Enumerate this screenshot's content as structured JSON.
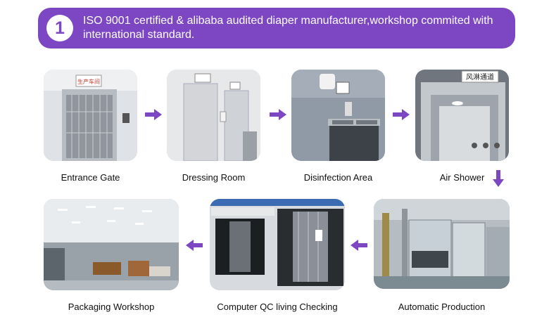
{
  "banner": {
    "step_number": "1",
    "text": "ISO 9001 certified & alibaba audited diaper manufacturer,workshop commited with international standard."
  },
  "steps": [
    {
      "caption": "Entrance Gate",
      "sign": "生产车间"
    },
    {
      "caption": "Dressing Room"
    },
    {
      "caption": "Disinfection Area"
    },
    {
      "caption": "Air Shower",
      "sign": "风淋通道"
    },
    {
      "caption": "Automatic Production"
    },
    {
      "caption": "Computer QC living Checking"
    },
    {
      "caption": "Packaging Workshop"
    }
  ],
  "colors": {
    "accent": "#7d47c4",
    "arrow": "#7d47c4"
  }
}
